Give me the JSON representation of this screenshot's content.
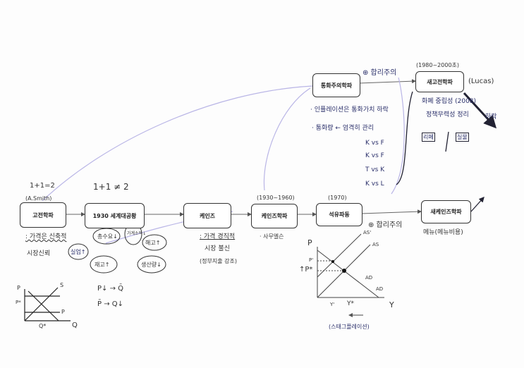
{
  "nodes": {
    "classical": "고전학파",
    "depression": "1930 세계대공황",
    "keynes": "케인즈",
    "keynesian": "케인즈학파",
    "oil": "석유파동",
    "newkeynesian": "새케인즈학파",
    "monetarist": "통화주의학파",
    "newclassical": "새고전학파"
  },
  "notes": {
    "eq1": "1+1=2",
    "eq2": "1+1 ≠ 2",
    "smith": "(A.Smith)",
    "classical1": ": 가격은 신축적",
    "classical2": "시장신뢰",
    "cycle": [
      "총수요↓",
      "가계소득↓",
      "실업↑",
      "재고↑",
      "생산량↓",
      "해고↑"
    ],
    "pq1": "P↓ → Q̄",
    "pq2": "P̄ → Q↓",
    "keynes1": ": 가격 경직적",
    "keynes2": "시장 불신",
    "keynes3": "(정부지출 강조)",
    "kyears": "(1930~1960)",
    "kschool": "· 사무엘슨",
    "oilyear": "(1970)",
    "rational2": "⊕ 합리주의",
    "nk": "메뉴(메뉴비용)",
    "rational1": "⊕ 합리주의",
    "mon1": "· 인플레이션은 통화가치 하락",
    "mon2": "· 통화량 ← 엄격히 관리",
    "vs": [
      "K vs F",
      "K vs F",
      "T vs K",
      "K vs L"
    ],
    "ncyears": "(1980~2000초)",
    "lucas": "(Lucas)",
    "nc1": "화폐 중립성 (2008)",
    "nc2": "정책무력성 정리",
    "fall": "하락",
    "tag1": "리페",
    "tag2": "실물",
    "stag": "(스태그플레이션)"
  },
  "graph1": {
    "p": "P",
    "s": "S",
    "pstar": "P*",
    "q": "Q",
    "qstar": "Q*",
    "p2": "P"
  },
  "graph2": {
    "p": "P",
    "y": "Y",
    "as1": "AS'",
    "as": "AS",
    "ad1": "AD",
    "ad": "AD",
    "p1": "P'",
    "pstar": "↑P*",
    "y1": "Y'",
    "ystar": "Y*"
  }
}
